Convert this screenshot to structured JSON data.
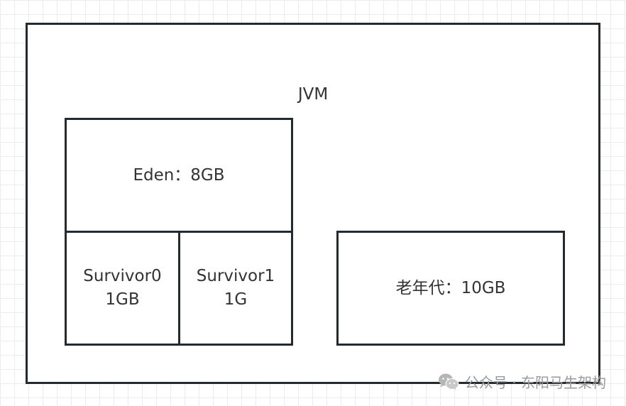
{
  "diagram": {
    "jvm": {
      "title": "JVM"
    },
    "eden": {
      "label": "Eden：8GB"
    },
    "survivor0": {
      "name": "Survivor0",
      "size": "1GB"
    },
    "survivor1": {
      "name": "Survivor1",
      "size": "1G"
    },
    "old_gen": {
      "label": "老年代：10GB"
    }
  },
  "watermark": {
    "icon": "wechat-icon",
    "text": "公众号 · 东阳马生架构"
  },
  "colors": {
    "border": "#232a30",
    "text": "#333333",
    "grid": "#ececec",
    "watermark": "#9a9a9a"
  }
}
